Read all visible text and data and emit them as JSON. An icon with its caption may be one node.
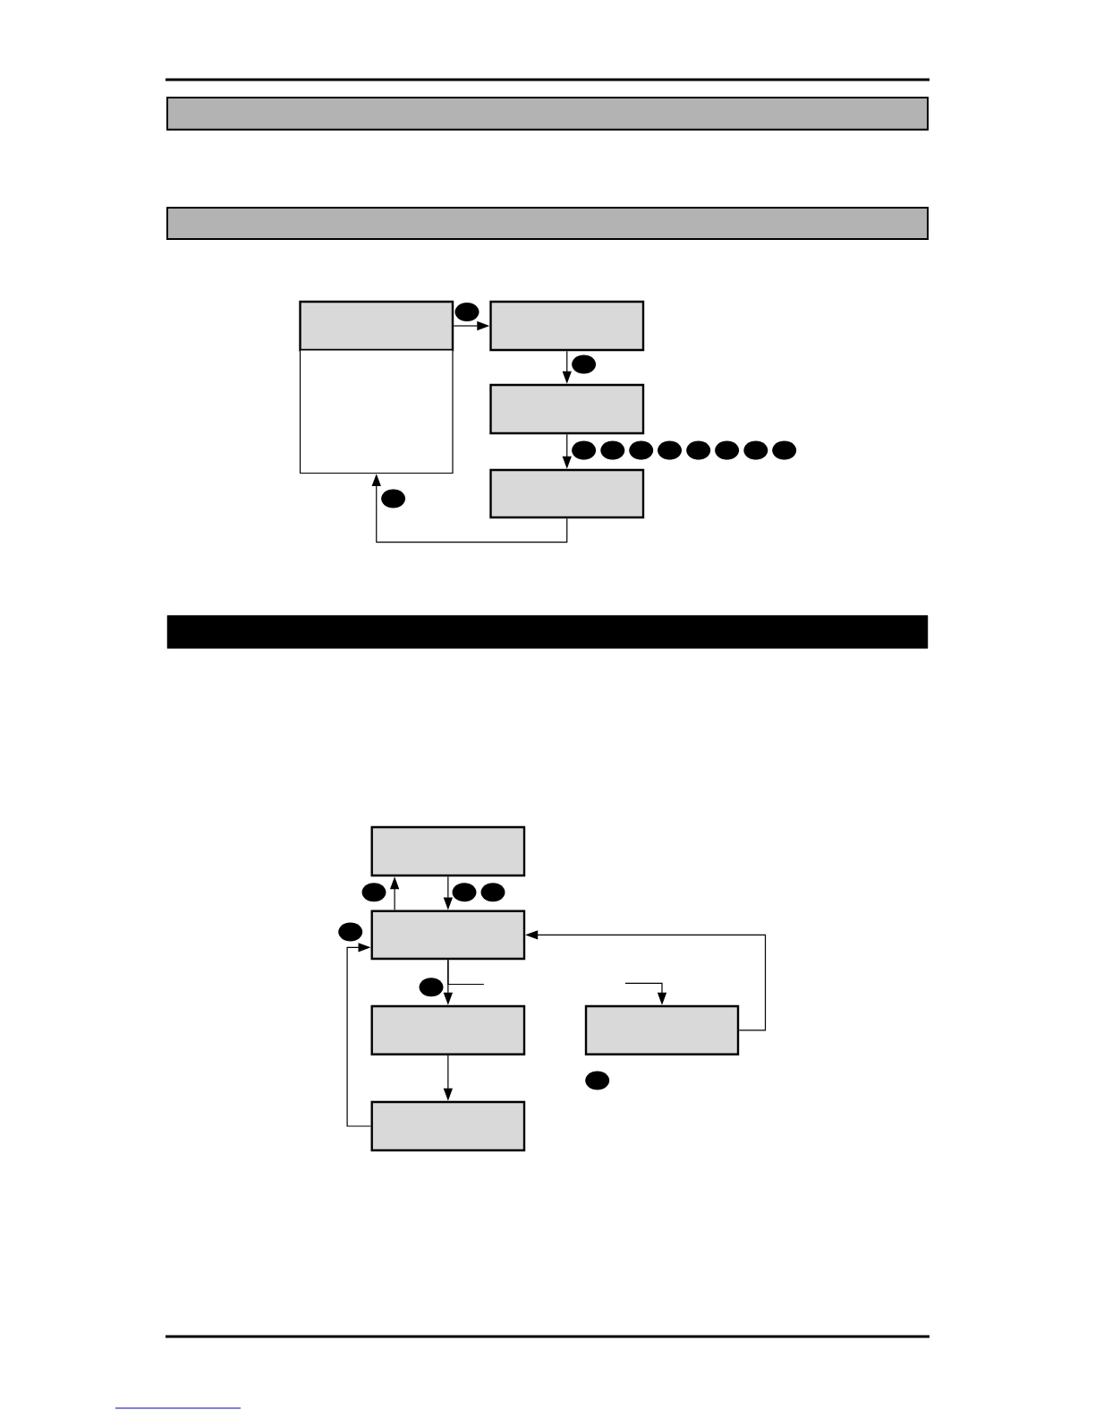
{
  "diagram": {
    "nodes": [
      {
        "text": [],
        "shape": "bar"
      },
      {
        "text": [],
        "shape": "bar"
      },
      {
        "text": [],
        "shape": "box"
      },
      {
        "text": [],
        "shape": "box"
      },
      {
        "text": [],
        "shape": "box"
      },
      {
        "text": [],
        "shape": "box"
      },
      {
        "text": [],
        "shape": "box"
      },
      {
        "text": [],
        "shape": "bar"
      },
      {
        "text": [],
        "shape": "box"
      },
      {
        "text": [],
        "shape": "box"
      },
      {
        "text": [],
        "shape": "box"
      },
      {
        "text": [],
        "shape": "box"
      },
      {
        "text": [],
        "shape": "box"
      }
    ],
    "edges": [
      {
        "from": 2,
        "to": 4,
        "arrow": "to"
      },
      {
        "from": 4,
        "to": 5,
        "arrow": "to"
      },
      {
        "from": 5,
        "to": 6,
        "arrow": "to"
      },
      {
        "from": 6,
        "to": 3,
        "arrow": "to"
      },
      {
        "from": 9,
        "to": 8,
        "arrow": "to"
      },
      {
        "from": 8,
        "to": 9,
        "arrow": "to"
      },
      {
        "from": 9,
        "to": 10,
        "arrow": "to"
      },
      {
        "from": 9,
        "to": null,
        "arrow": "none"
      },
      {
        "from": null,
        "to": 11,
        "arrow": "to"
      },
      {
        "from": 10,
        "to": 12,
        "arrow": "to"
      },
      {
        "from": 12,
        "to": 9,
        "arrow": "to"
      },
      {
        "from": 11,
        "to": 9,
        "arrow": "to"
      }
    ]
  }
}
